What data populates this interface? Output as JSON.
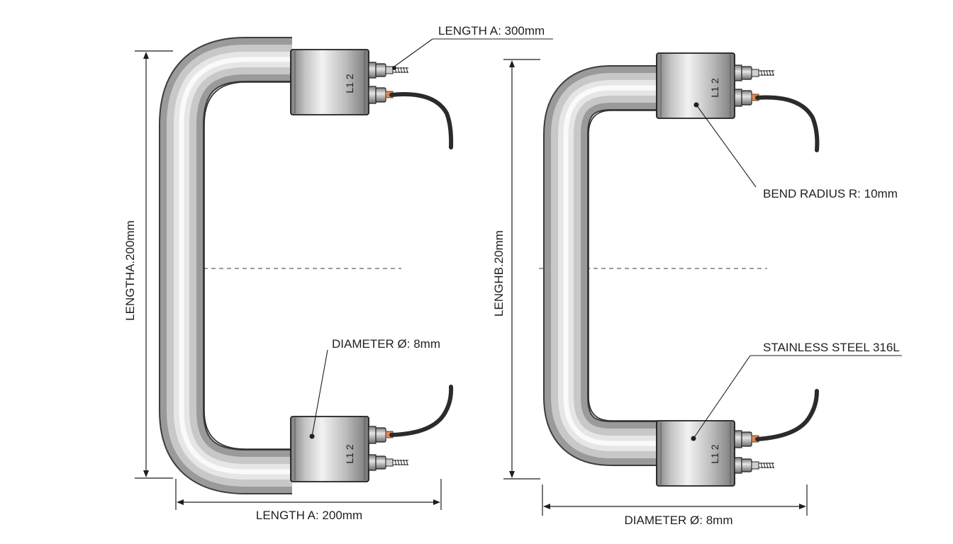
{
  "labels": {
    "top_length_a": "LENGTH A: 300mm",
    "left_vertical": "LENGTHA.200mm",
    "left_diameter": "DIAMETER Ø: 8mm",
    "left_bottom_length": "LENGTH A: 200mm",
    "right_vertical": "LENGHB.20mm",
    "bend_radius": "BEND RADIUS R: 10mm",
    "material": "STAINLESS STEEL 316L",
    "right_bottom_diameter": "DIAMETER Ø: 8mm"
  },
  "terminal_markings": {
    "left_top": "L1 2",
    "left_bottom": "L1 2",
    "right_top": "L1 2",
    "right_bottom": "L1 2"
  },
  "colors": {
    "line": "#1f1f1f",
    "tube_light": "#f4f4f4",
    "tube_mid": "#c9c9c9",
    "tube_dark": "#8f8f8f",
    "cable": "#2b2b2b",
    "copper": "#d8885a"
  }
}
